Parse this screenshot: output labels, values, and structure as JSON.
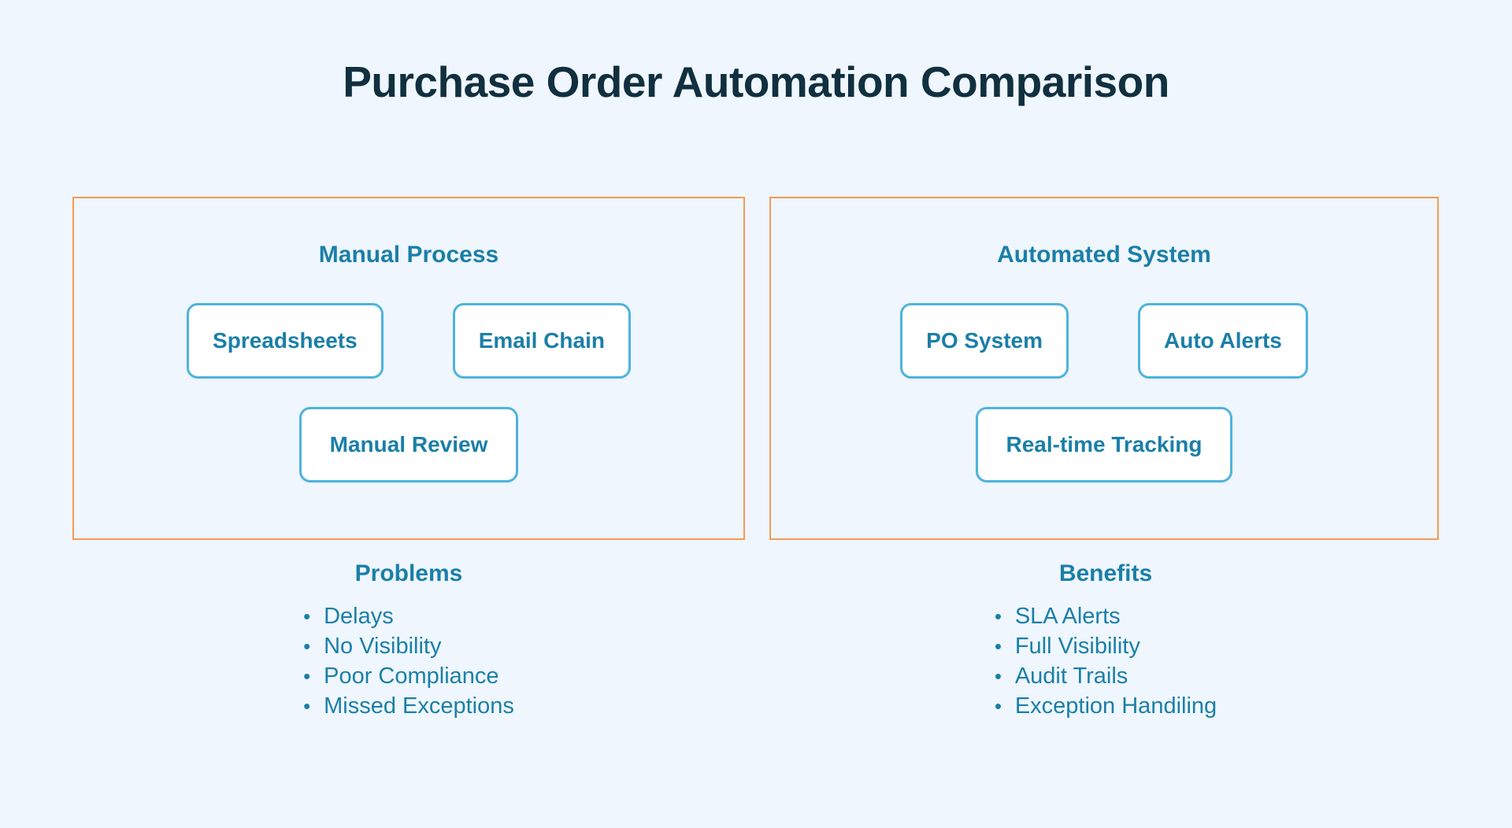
{
  "page": {
    "title": "Purchase Order Automation Comparison",
    "background_color": "#eff6fd",
    "title_color": "#11303f",
    "accent_color": "#1b7fa8",
    "panel_border_color": "#f79a56",
    "node_border_color": "#4fb3dc",
    "node_fill_color": "#ffffff"
  },
  "panels": [
    {
      "id": "manual",
      "title": "Manual Process",
      "rows": [
        [
          {
            "label": "Spreadsheets"
          },
          {
            "label": "Email Chain"
          }
        ],
        [
          {
            "label": "Manual Review"
          }
        ]
      ]
    },
    {
      "id": "automated",
      "title": "Automated System",
      "rows": [
        [
          {
            "label": "PO System"
          },
          {
            "label": "Auto Alerts"
          }
        ],
        [
          {
            "label": "Real-time Tracking"
          }
        ]
      ]
    }
  ],
  "outcomes": [
    {
      "id": "problems",
      "title": "Problems",
      "bullet_glyph": "•",
      "items": [
        "Delays",
        "No Visibility",
        "Poor Compliance",
        "Missed Exceptions"
      ]
    },
    {
      "id": "benefits",
      "title": "Benefits",
      "bullet_glyph": "•",
      "items": [
        "SLA Alerts",
        "Full Visibility",
        "Audit Trails",
        "Exception Handiling"
      ]
    }
  ]
}
